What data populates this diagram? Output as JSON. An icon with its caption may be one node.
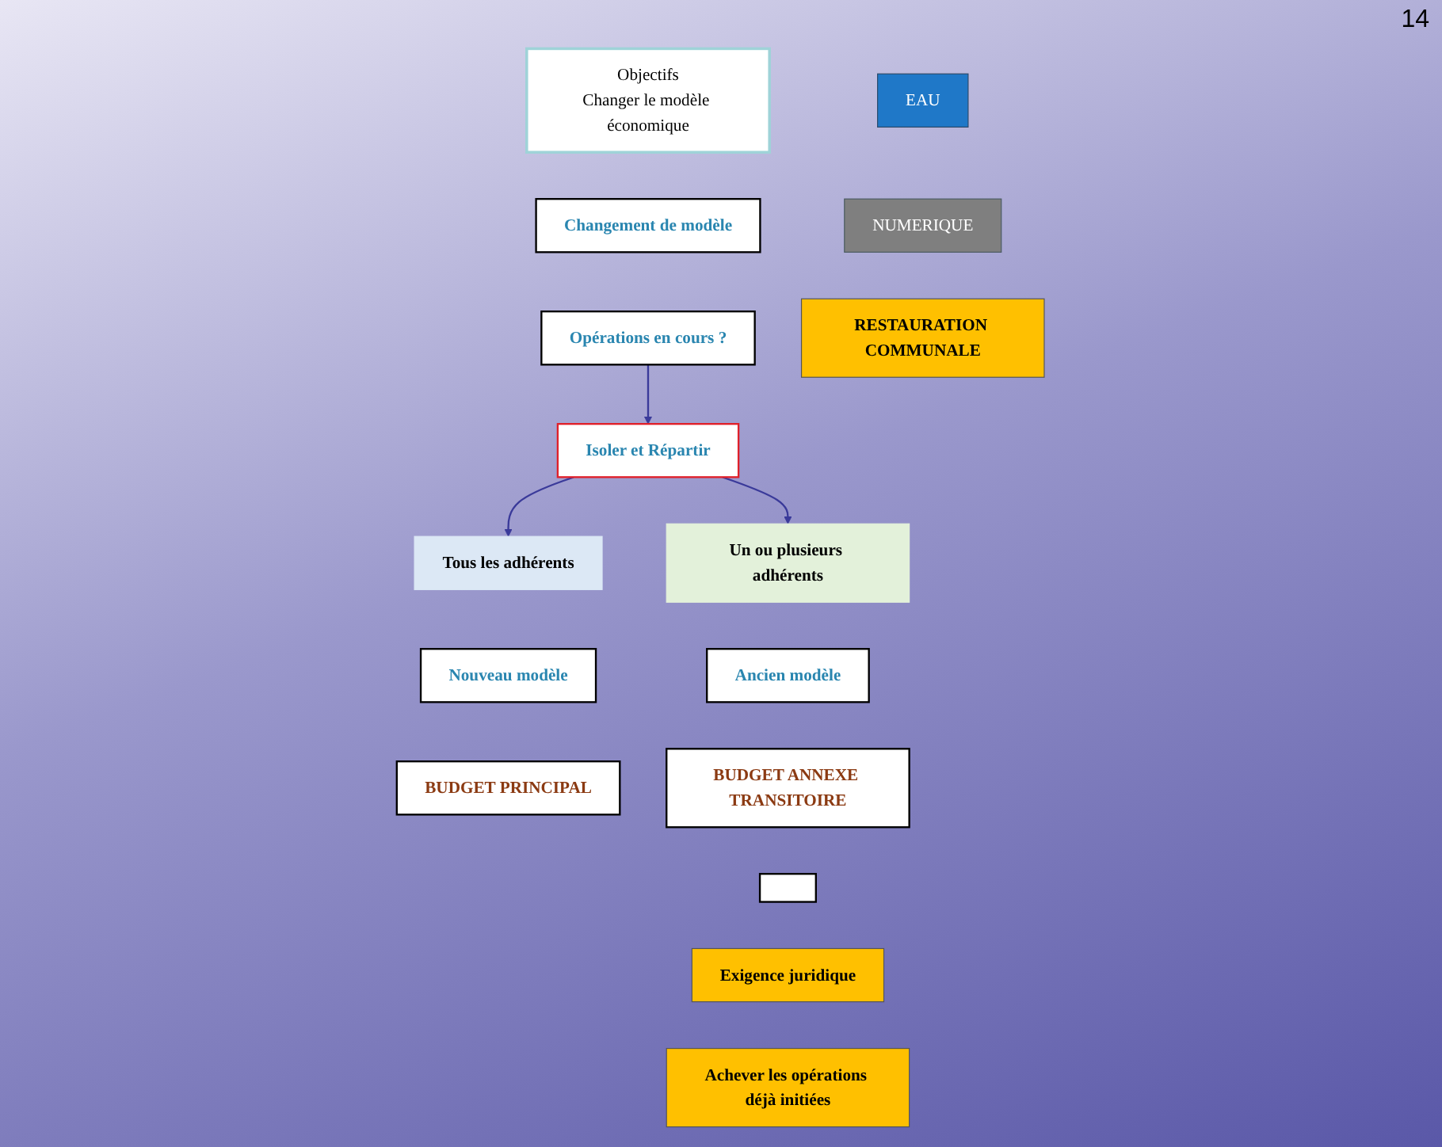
{
  "diagram": {
    "nodes": [
      {
        "text": [
          "Objectifs",
          "Changer le modèle économique"
        ]
      },
      {
        "text": [
          "Changement de modèle"
        ]
      },
      {
        "text": [
          "Opérations en cours ?"
        ]
      },
      {
        "text": [
          "Isoler et Répartir"
        ]
      },
      {
        "text": [
          "Tous les adhérents"
        ]
      },
      {
        "text": [
          "Nouveau modèle"
        ]
      },
      {
        "text": [
          "BUDGET PRINCIPAL"
        ]
      },
      {
        "text": [
          "Un ou plusieurs adhérents"
        ]
      },
      {
        "text": [
          "Ancien modèle"
        ]
      },
      {
        "text": [
          "BUDGET ANNEXE TRANSITOIRE"
        ]
      },
      {
        "text": [],
        "shape": "box"
      },
      {
        "text": [
          "Exigence juridique"
        ]
      },
      {
        "text": [
          "Achever les opérations déjà initiées"
        ]
      },
      {
        "text": [
          "EAU"
        ]
      },
      {
        "text": [
          "NUMERIQUE"
        ]
      },
      {
        "text": [
          "RESTAURATION COMMUNALE"
        ]
      }
    ],
    "edges": [
      {
        "from": 2,
        "to": 3,
        "arrow": "to"
      },
      {
        "from": 3,
        "to": 4,
        "arrow": "to"
      },
      {
        "from": 3,
        "to": 7,
        "arrow": "to"
      }
    ],
    "labels": [
      "14"
    ]
  }
}
